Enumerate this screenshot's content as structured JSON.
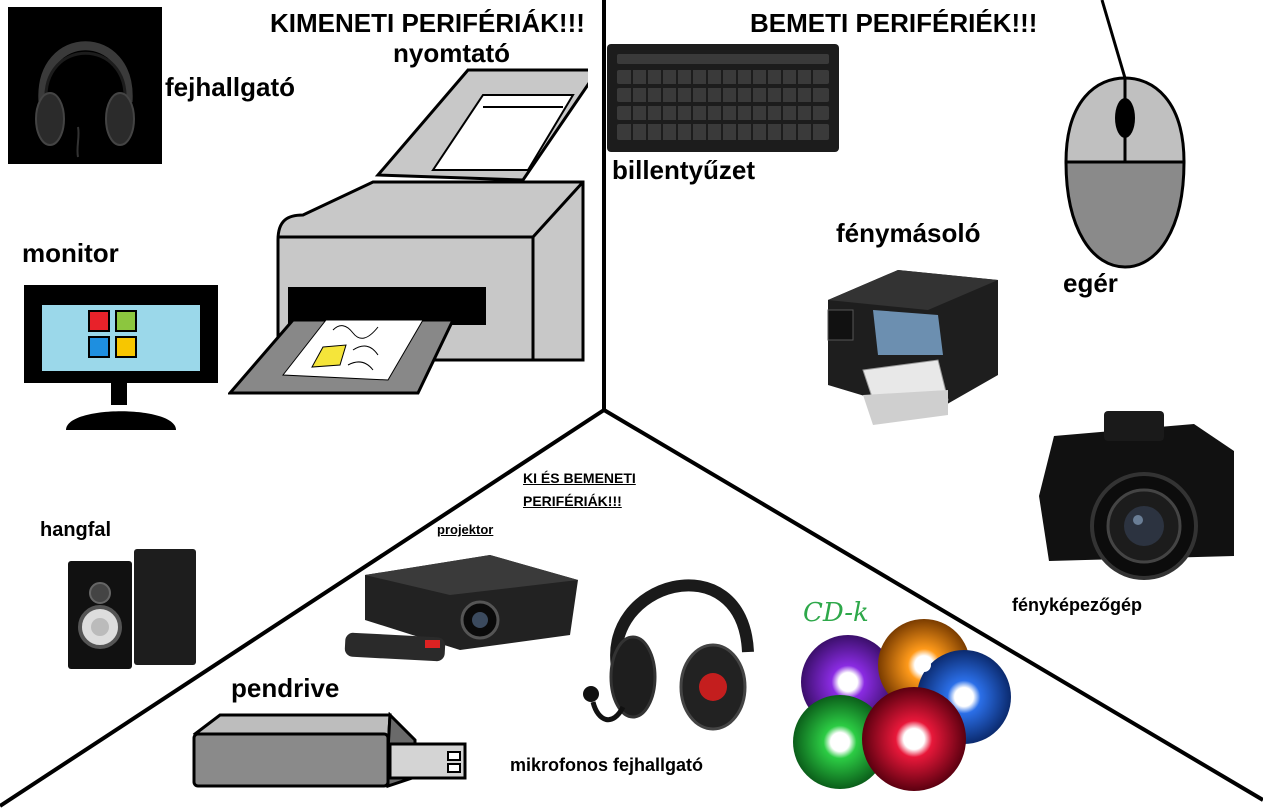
{
  "sections": {
    "output": "KIMENETI PERIFÉRIÁK!!!",
    "input": "BEMETI PERIFÉRIÉK!!!",
    "io_line1": "KI ÉS BEMENETI",
    "io_line2": "PERIFÉRIÁK!!!"
  },
  "labels": {
    "headphones": "fejhallgató",
    "printer": "nyomtató",
    "monitor": "monitor",
    "speaker": "hangfal",
    "keyboard": "billentyűzet",
    "copier": "fénymásoló",
    "mouse": "egér",
    "camera": "fényképezőgép",
    "projector": "projektor",
    "pendrive": "pendrive",
    "headset": "mikrofonos fejhallgató",
    "cds": "CD-k"
  },
  "colors": {
    "monitor_tiles": [
      "#e8222a",
      "#8cc63f",
      "#1e8fe0",
      "#f7c600"
    ],
    "cd_colors": [
      "#8a2be2",
      "#ff8c00",
      "#1e5fd8",
      "#22bb33",
      "#dd1133"
    ],
    "cd_label": "#2ea84a"
  }
}
